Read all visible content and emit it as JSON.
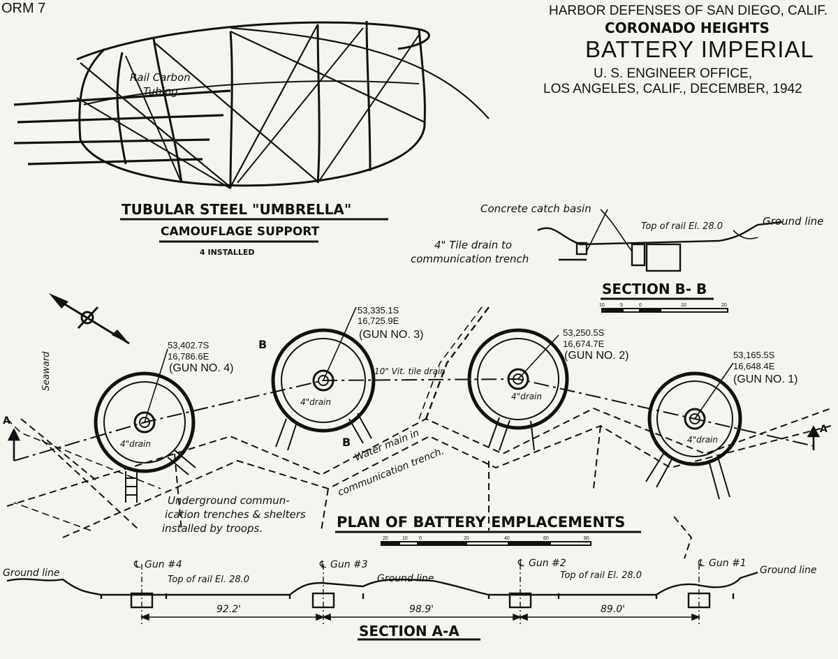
{
  "form_label": "ORM 7",
  "title_block": {
    "line1": "HARBOR DEFENSES OF SAN DIEGO, CALIF.",
    "line2": "CORONADO HEIGHTS",
    "line3": "BATTERY IMPERIAL",
    "line4": "U. S. ENGINEER OFFICE,",
    "line5": "LOS ANGELES, CALIF., DECEMBER, 1942"
  },
  "umbrella": {
    "title": "TUBULAR STEEL \"UMBRELLA\"",
    "subtitle": "CAMOUFLAGE SUPPORT",
    "note": "4 INSTALLED",
    "callout_line1": "Rail Carbon",
    "callout_line2": "Tubing"
  },
  "section_bb": {
    "title": "SECTION B- B",
    "labels": {
      "catch_basin": "Concrete catch basin",
      "top_of_rail": "Top of rail El. 28.0",
      "ground_line": "Ground line",
      "tile_drain_1": "4\" Tile drain to",
      "tile_drain_2": "communication trench"
    },
    "scale_ticks": [
      "10",
      "5",
      "0",
      "10",
      "20"
    ]
  },
  "plan": {
    "title": "PLAN OF BATTERY EMPLACEMENTS",
    "seaward": "Seaward",
    "guns": [
      {
        "coord_s": "53,402.7S",
        "coord_e": "16,786.6E",
        "name": "(GUN NO. 4)",
        "drain": "4\"drain"
      },
      {
        "coord_s": "53,335.1S",
        "coord_e": "16,725.9E",
        "name": "(GUN NO. 3)",
        "drain": "4\"drain"
      },
      {
        "coord_s": "53,250.5S",
        "coord_e": "16,674.7E",
        "name": "(GUN NO. 2)",
        "drain": "4\"drain"
      },
      {
        "coord_s": "53,165.5S",
        "coord_e": "16,648.4E",
        "name": "(GUN NO. 1)",
        "drain": "4\"drain"
      }
    ],
    "vit_tile_drain": "10\" Vit. tile drain",
    "water_main_1": "Water main in",
    "water_main_2": "communication trench.",
    "underground_1": "Underground commun-",
    "underground_2": "ication trenches & shelters",
    "underground_3": "installed by troops.",
    "section_marker_a": "A",
    "section_marker_b": "B",
    "scale_ticks": [
      "20",
      "10",
      "0",
      "20",
      "40",
      "60",
      "80"
    ]
  },
  "section_aa": {
    "title": "SECTION A-A",
    "gun_labels": [
      "℄ Gun #4",
      "℄ Gun #3",
      "℄ Gun #2",
      "℄ Gun #1"
    ],
    "ground_line": "Ground line",
    "top_of_rail": "Top of rail El. 28.0",
    "distances": [
      "92.2'",
      "98.9'",
      "89.0'"
    ]
  }
}
